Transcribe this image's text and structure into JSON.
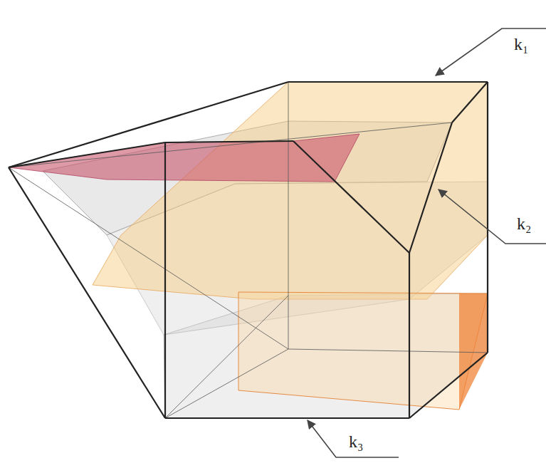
{
  "diagram": {
    "labels": [
      "k₁",
      "k₂",
      "k₃"
    ]
  }
}
